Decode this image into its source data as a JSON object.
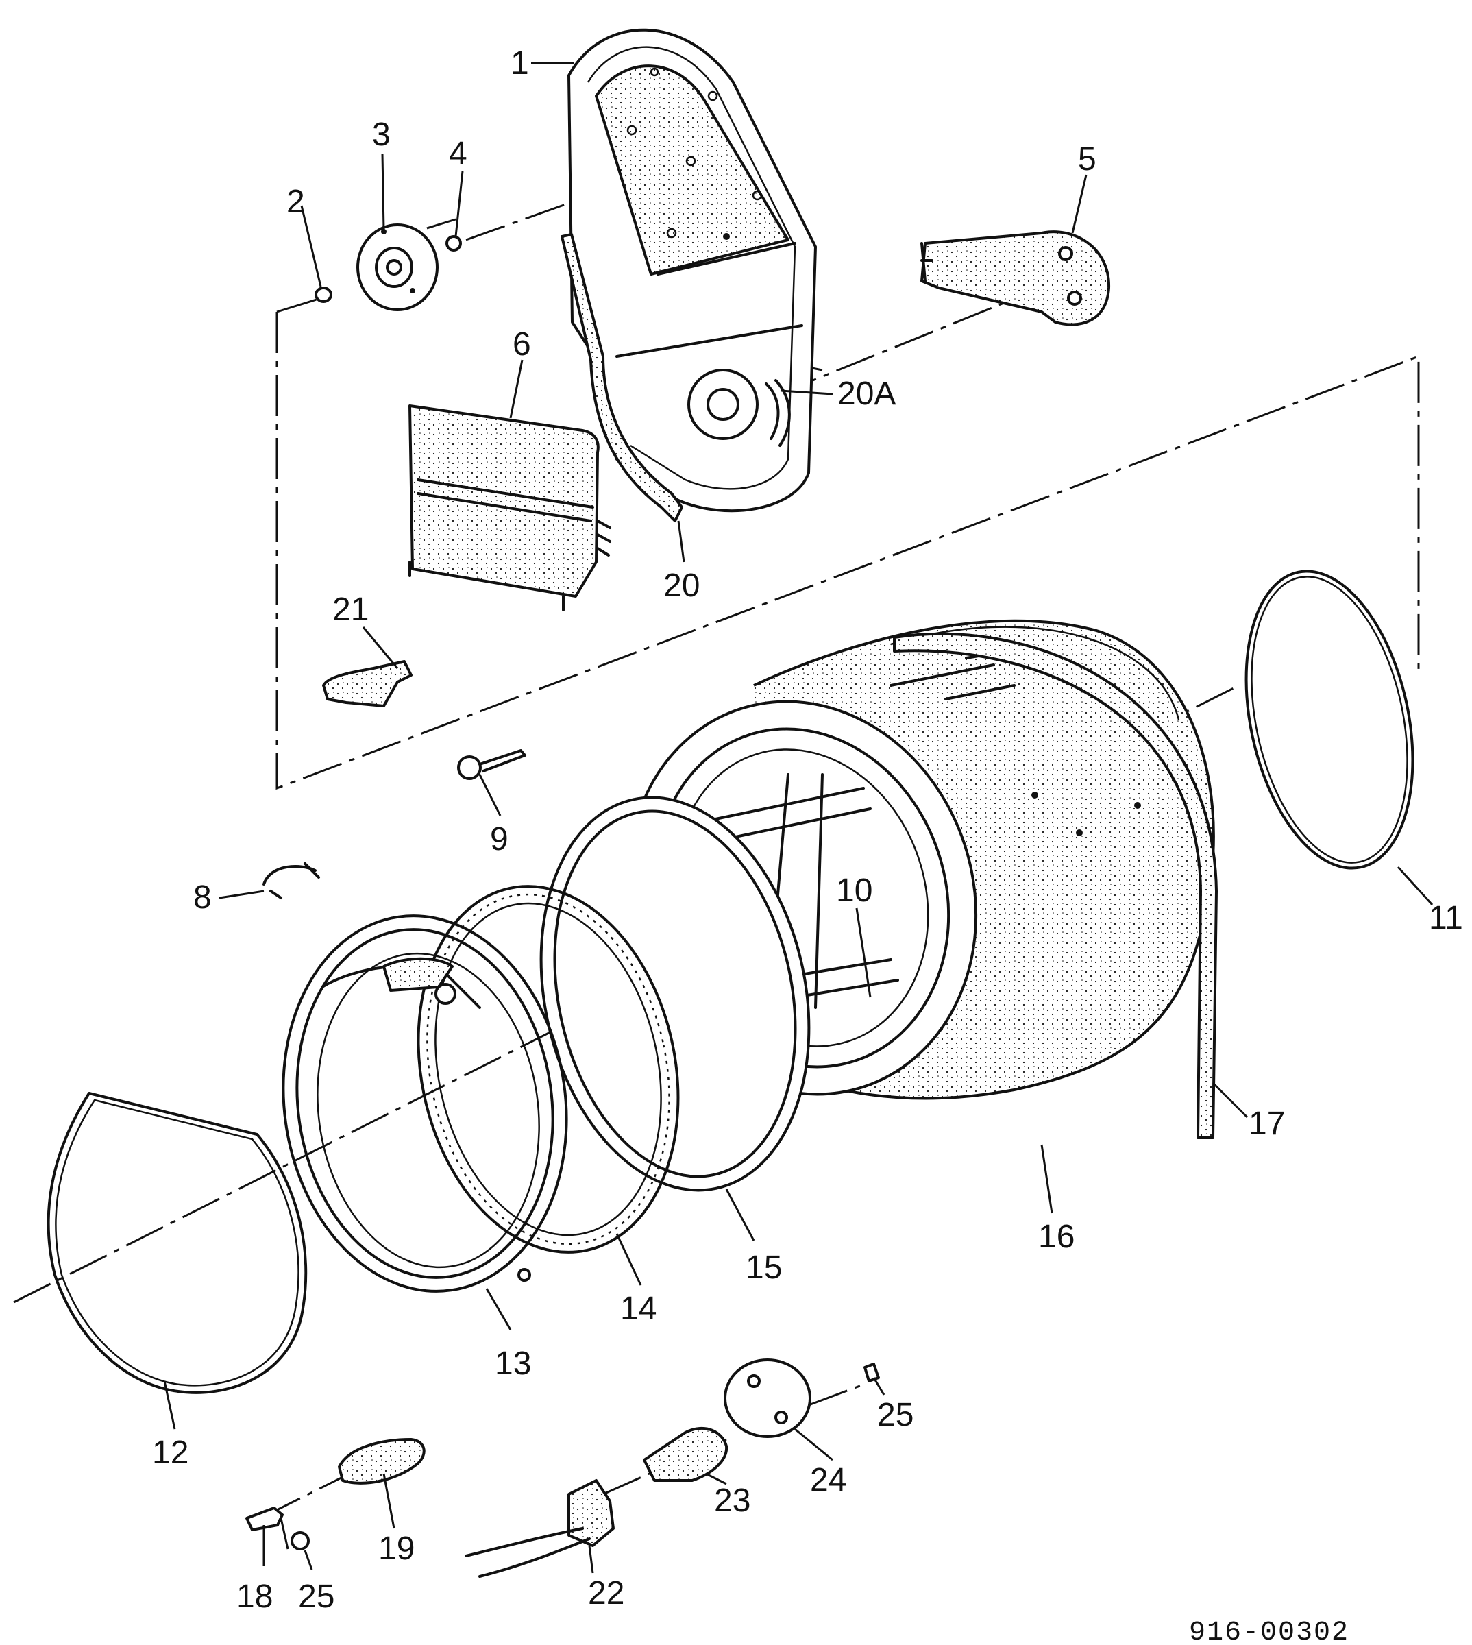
{
  "figure_code": "916-00302",
  "callouts": [
    {
      "id": "c1",
      "text": "1"
    },
    {
      "id": "c2",
      "text": "2"
    },
    {
      "id": "c3",
      "text": "3"
    },
    {
      "id": "c4",
      "text": "4"
    },
    {
      "id": "c5",
      "text": "5"
    },
    {
      "id": "c6",
      "text": "6"
    },
    {
      "id": "c8",
      "text": "8"
    },
    {
      "id": "c9",
      "text": "9"
    },
    {
      "id": "c10",
      "text": "10"
    },
    {
      "id": "c11",
      "text": "11"
    },
    {
      "id": "c12",
      "text": "12"
    },
    {
      "id": "c13",
      "text": "13"
    },
    {
      "id": "c14",
      "text": "14"
    },
    {
      "id": "c15",
      "text": "15"
    },
    {
      "id": "c16",
      "text": "16"
    },
    {
      "id": "c17",
      "text": "17"
    },
    {
      "id": "c18",
      "text": "18"
    },
    {
      "id": "c19",
      "text": "19"
    },
    {
      "id": "c20",
      "text": "20"
    },
    {
      "id": "c20a",
      "text": "20A"
    },
    {
      "id": "c21",
      "text": "21"
    },
    {
      "id": "c22",
      "text": "22"
    },
    {
      "id": "c23",
      "text": "23"
    },
    {
      "id": "c24",
      "text": "24"
    },
    {
      "id": "c25a",
      "text": "25"
    },
    {
      "id": "c25b",
      "text": "25"
    }
  ]
}
